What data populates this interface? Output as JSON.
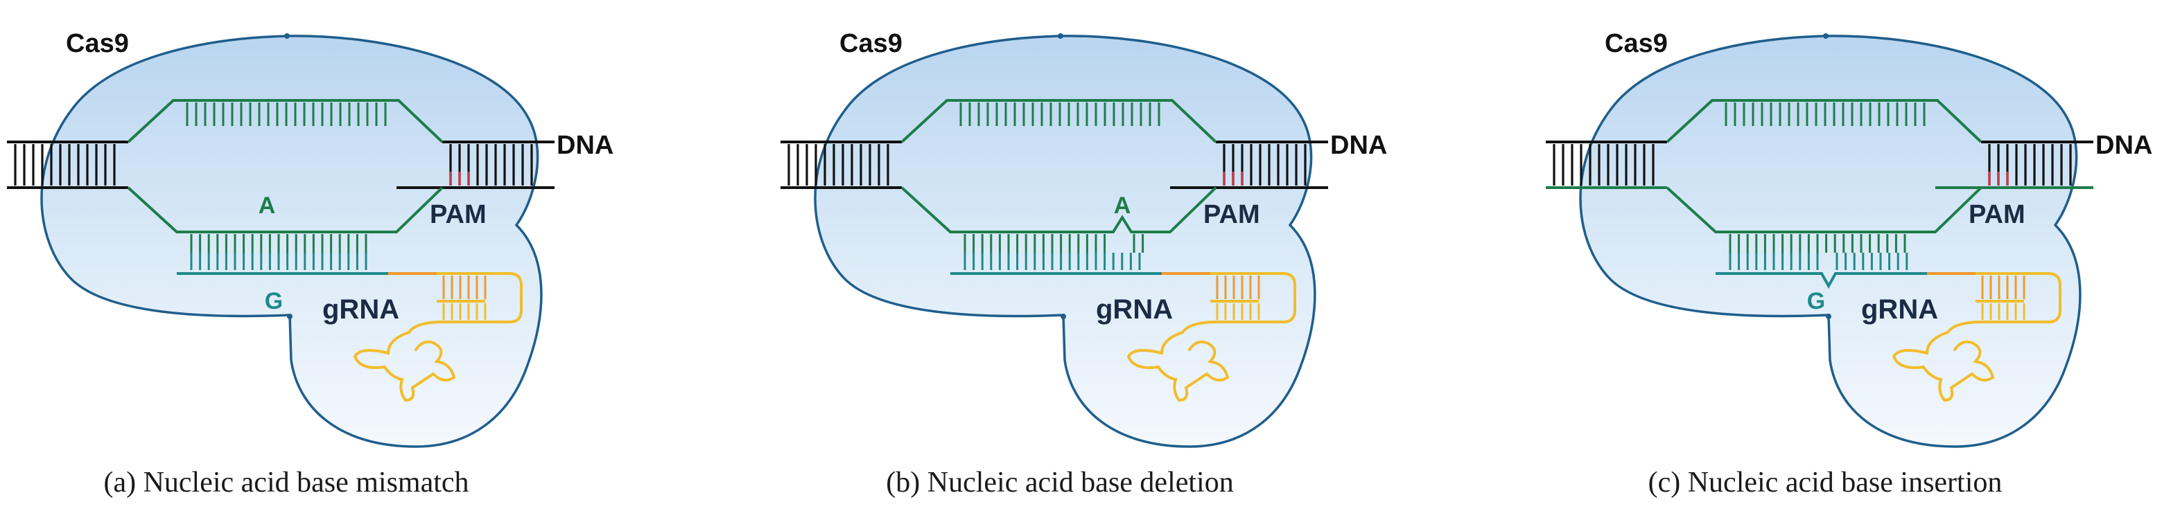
{
  "panels": [
    {
      "id": "a",
      "cas9_label": "Cas9",
      "dna_label": "DNA",
      "pam_label": "PAM",
      "grna_label": "gRNA",
      "base_top": "A",
      "base_bottom": "G",
      "caption": "(a) Nucleic acid base mismatch",
      "variant": "mismatch"
    },
    {
      "id": "b",
      "cas9_label": "Cas9",
      "dna_label": "DNA",
      "pam_label": "PAM",
      "grna_label": "gRNA",
      "base_top": "A",
      "base_bottom": "",
      "caption": "(b) Nucleic acid base deletion",
      "variant": "deletion"
    },
    {
      "id": "c",
      "cas9_label": "Cas9",
      "dna_label": "DNA",
      "pam_label": "PAM",
      "grna_label": "gRNA",
      "base_top": "",
      "base_bottom": "G",
      "caption": "(c) Nucleic acid base insertion",
      "variant": "insertion"
    }
  ],
  "colors": {
    "cas9_fill_top": "#b9d5f0",
    "cas9_fill_bottom": "#f4f8fd",
    "cas9_outline": "#1f5e8c",
    "dna_black": "#111111",
    "target_green": "#1e7d4a",
    "guide_teal": "#1f8a8a",
    "pam_red": "#c0404a",
    "rna_orange": "#ef9a2e",
    "rna_yellow": "#f2bd2b",
    "label_navy": "#1b2b44"
  }
}
